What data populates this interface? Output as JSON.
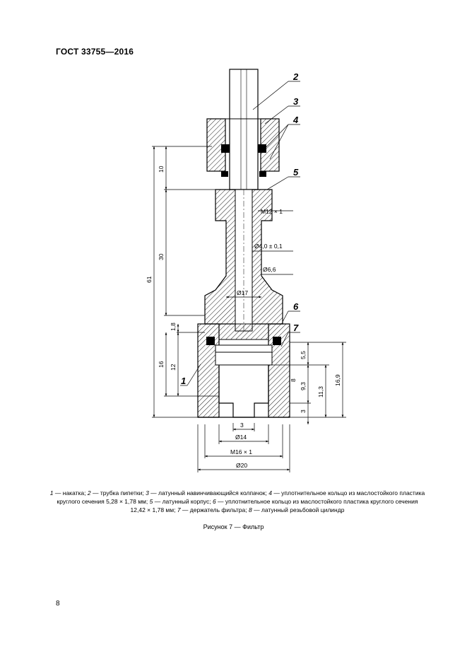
{
  "header": {
    "standard": "ГОСТ 33755—2016"
  },
  "drawing": {
    "callouts": [
      "1",
      "2",
      "3",
      "4",
      "5",
      "6",
      "7"
    ],
    "dims": {
      "d10": "10",
      "d30": "30",
      "d61": "61",
      "d16": "16",
      "d12": "12",
      "d18": "1,8",
      "d55": "5,5",
      "d8": "8",
      "d93": "9,3",
      "d113": "11,3",
      "d169": "16,9",
      "d3": "3",
      "d3b": "3",
      "m12": "M12 × 1",
      "dia4": "Ø4,0 ± 0,1",
      "dia66": "Ø6,6",
      "dia17": "Ø17",
      "dia14": "Ø14",
      "m16": "M16 × 1",
      "dia20": "Ø20"
    }
  },
  "caption": {
    "n1": "1",
    "t1": " — накатка; ",
    "n2": "2",
    "t2": " — трубка пипетки; ",
    "n3": "3",
    "t3": " — латунный навинчивающийся колпачок; ",
    "n4": "4",
    "t4": " — уплотнительное кольцо из маслостойкого пластика круглого сечения 5,28 × 1,78 мм; ",
    "n5": "5",
    "t5": " — латунный корпус; ",
    "n6": "6",
    "t6": " — уплотнительное кольцо из маслостойкого пластика круглого сечения 12,42 × 1,78 мм; ",
    "n7": "7",
    "t7": " — держатель фильтра; ",
    "n8": "8",
    "t8": " — латунный резьбовой цилиндр"
  },
  "figure": {
    "title": "Рисунок 7 — Фильтр"
  },
  "page": {
    "number": "8"
  }
}
